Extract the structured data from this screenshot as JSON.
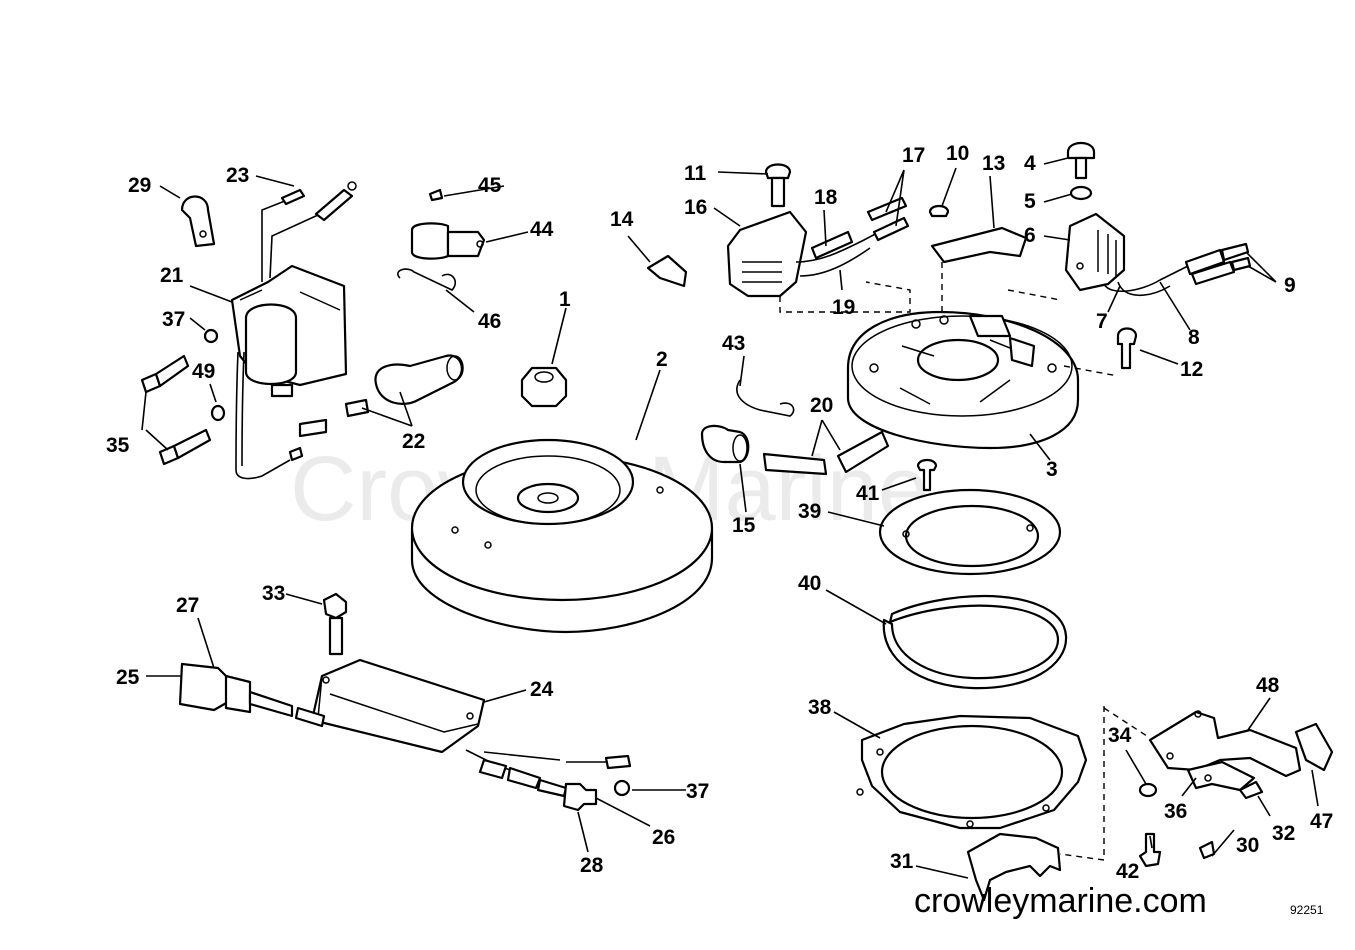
{
  "watermark": "Crowley Marine",
  "brand_footer": "crowleymarine.com",
  "diagram_code": "92251",
  "callouts": [
    {
      "n": "1"
    },
    {
      "n": "2"
    },
    {
      "n": "3"
    },
    {
      "n": "4"
    },
    {
      "n": "5"
    },
    {
      "n": "6"
    },
    {
      "n": "7"
    },
    {
      "n": "8"
    },
    {
      "n": "9"
    },
    {
      "n": "10"
    },
    {
      "n": "11"
    },
    {
      "n": "12"
    },
    {
      "n": "13"
    },
    {
      "n": "14"
    },
    {
      "n": "15"
    },
    {
      "n": "16"
    },
    {
      "n": "17"
    },
    {
      "n": "18"
    },
    {
      "n": "19"
    },
    {
      "n": "20"
    },
    {
      "n": "21"
    },
    {
      "n": "22"
    },
    {
      "n": "23"
    },
    {
      "n": "24"
    },
    {
      "n": "25"
    },
    {
      "n": "26"
    },
    {
      "n": "27"
    },
    {
      "n": "28"
    },
    {
      "n": "29"
    },
    {
      "n": "30"
    },
    {
      "n": "31"
    },
    {
      "n": "32"
    },
    {
      "n": "33"
    },
    {
      "n": "34"
    },
    {
      "n": "35"
    },
    {
      "n": "36"
    },
    {
      "n": "37"
    },
    {
      "n": "37"
    },
    {
      "n": "38"
    },
    {
      "n": "39"
    },
    {
      "n": "40"
    },
    {
      "n": "41"
    },
    {
      "n": "42"
    },
    {
      "n": "43"
    },
    {
      "n": "44"
    },
    {
      "n": "45"
    },
    {
      "n": "46"
    },
    {
      "n": "47"
    },
    {
      "n": "48"
    },
    {
      "n": "49"
    }
  ]
}
